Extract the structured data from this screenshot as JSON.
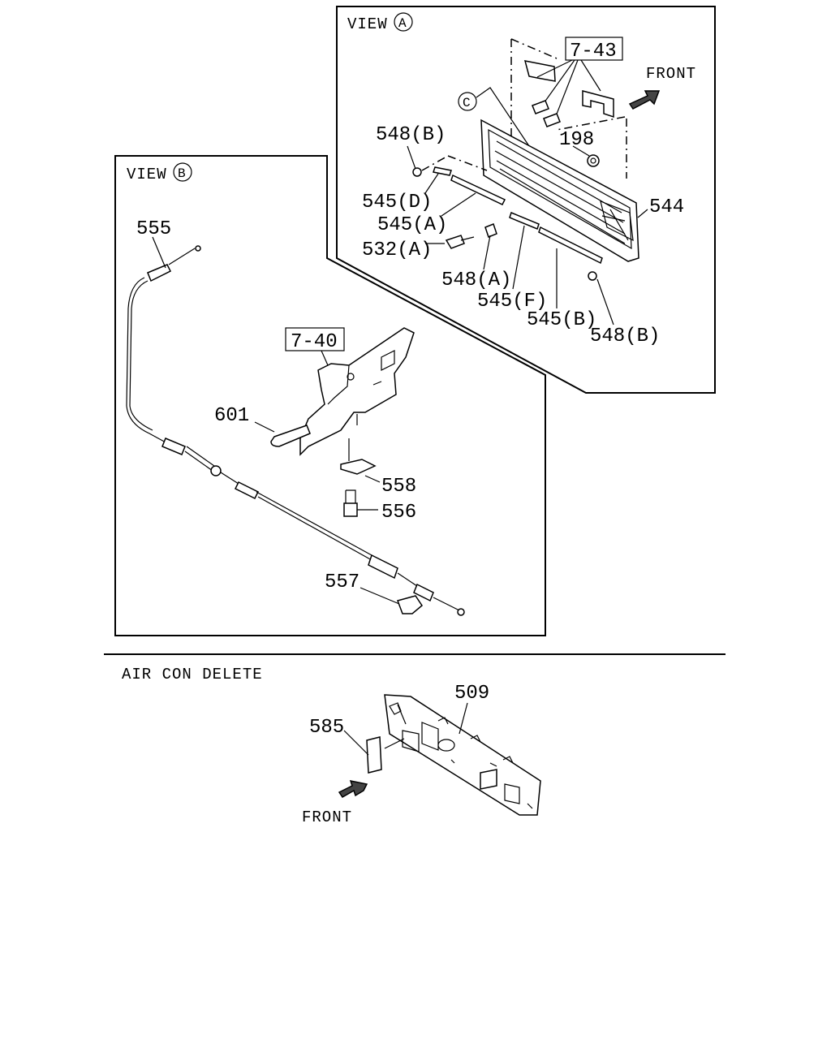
{
  "view_a": {
    "title": "VIEW",
    "circle": "A",
    "ref_box": "7-43",
    "front": "FRONT",
    "circle_c": "C",
    "labels": {
      "p548b_top": "548(B)",
      "p198": "198",
      "p545d": "545(D)",
      "p545a": "545(A)",
      "p544": "544",
      "p532a": "532(A)",
      "p548a": "548(A)",
      "p545f": "545(F)",
      "p545b": "545(B)",
      "p548b_bottom": "548(B)"
    }
  },
  "view_b": {
    "title": "VIEW",
    "circle": "B",
    "ref_box": "7-40",
    "labels": {
      "p555": "555",
      "p601": "601",
      "p558": "558",
      "p556": "556",
      "p557": "557"
    }
  },
  "air_con": {
    "title": "AIR CON DELETE",
    "front": "FRONT",
    "labels": {
      "p509": "509",
      "p585": "585"
    }
  }
}
